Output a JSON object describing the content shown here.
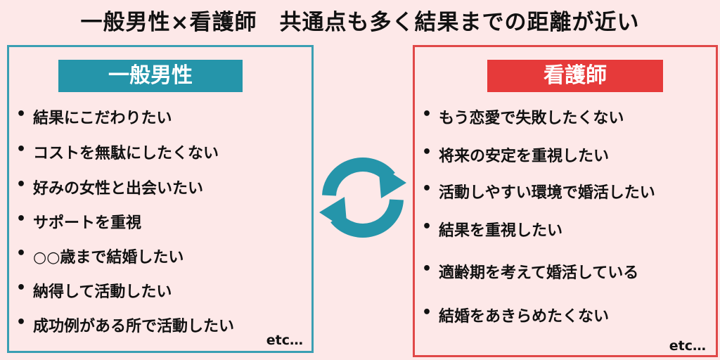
{
  "title": "一般男性×看護師　共通点も多く結果までの距離が近い",
  "left_panel": {
    "heading": "一般男性",
    "items": [
      "結果にこだわりたい",
      "コストを無駄にしたくない",
      "好みの女性と出会いたい",
      "サポートを重視",
      "○○歳まで結婚したい",
      "納得して活動したい",
      "成功例がある所で活動したい"
    ],
    "etc": "etc…",
    "border_color": "#3a9fb3",
    "heading_bg": "#2595aa"
  },
  "right_panel": {
    "heading": "看護師",
    "items": [
      "もう恋愛で失敗したくない",
      "将来の安定を重視したい",
      "活動しやすい環境で婚活したい",
      "結果を重視したい",
      "適齢期を考えて婚活している",
      "結婚をあきらめたくない"
    ],
    "etc": "etc…",
    "border_color": "#e04848",
    "heading_bg": "#e63a3a"
  },
  "bullet": "•",
  "center_icon": "cycle-arrows-icon",
  "colors": {
    "background": "#fde8e8",
    "arrows": "#2595aa"
  }
}
